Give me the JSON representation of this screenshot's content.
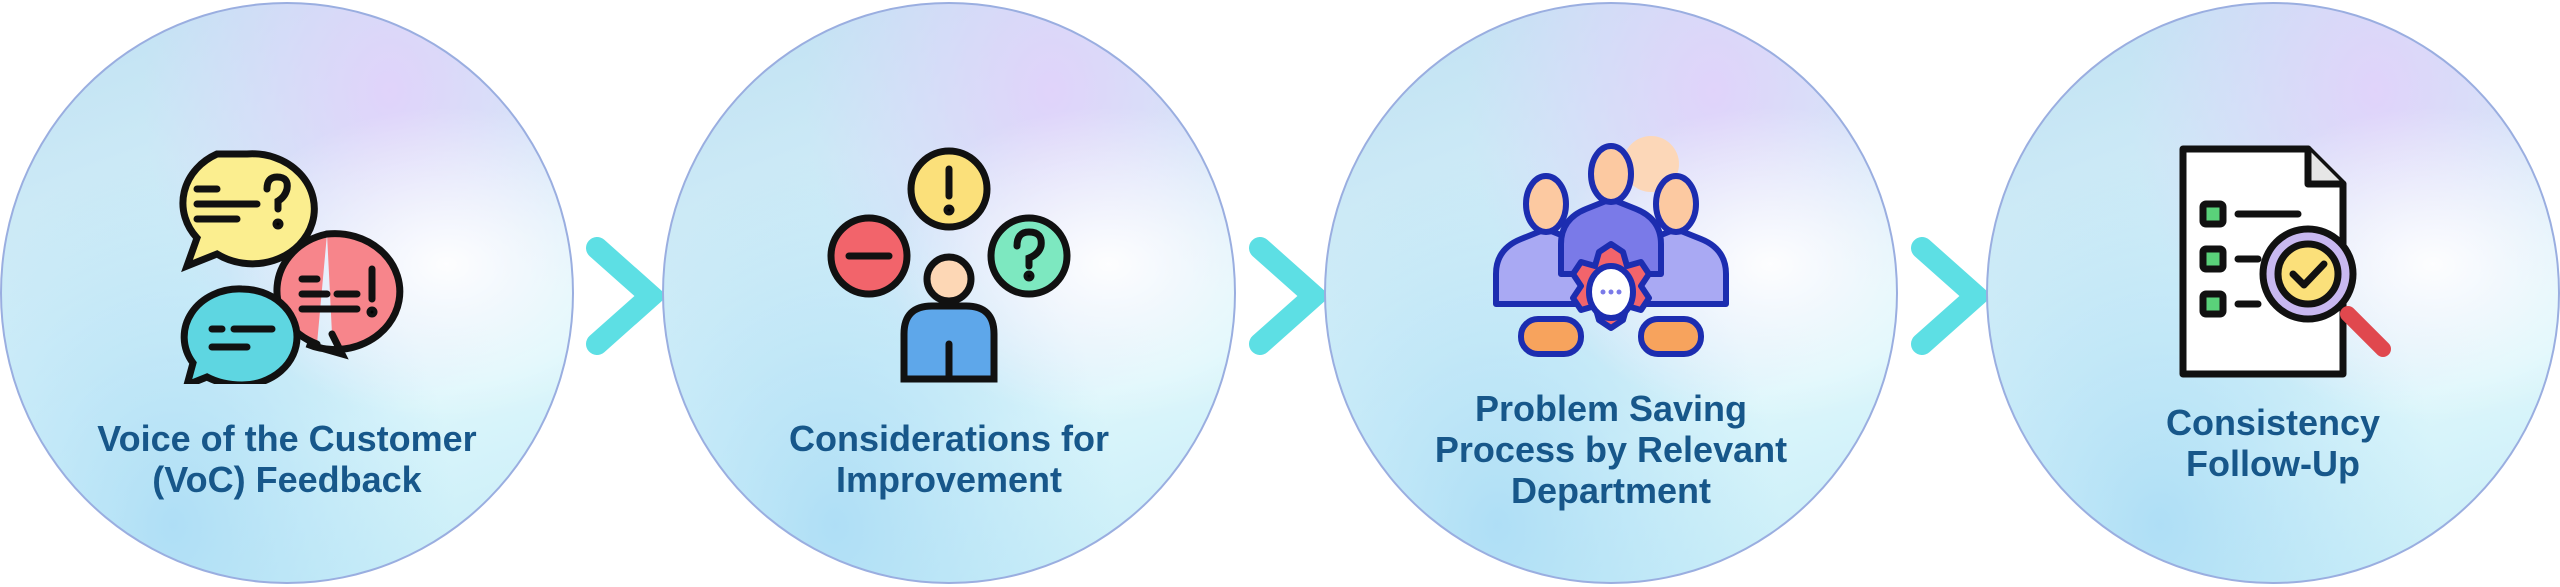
{
  "steps": [
    {
      "label_lines": [
        "Voice of the Customer",
        "(VoC) Feedback"
      ],
      "icon": "chat-bubbles-icon"
    },
    {
      "label_lines": [
        "Considerations for",
        "Improvement"
      ],
      "icon": "person-considerations-icon"
    },
    {
      "label_lines": [
        "Problem Saving",
        "Process by Relevant",
        "Department"
      ],
      "icon": "team-gear-icon"
    },
    {
      "label_lines": [
        "Consistency",
        "Follow-Up"
      ],
      "icon": "checklist-magnifier-icon"
    }
  ],
  "colors": {
    "arrow": "#5ddfe4",
    "text": "#17578a",
    "circle_border": "#9aaee0"
  }
}
